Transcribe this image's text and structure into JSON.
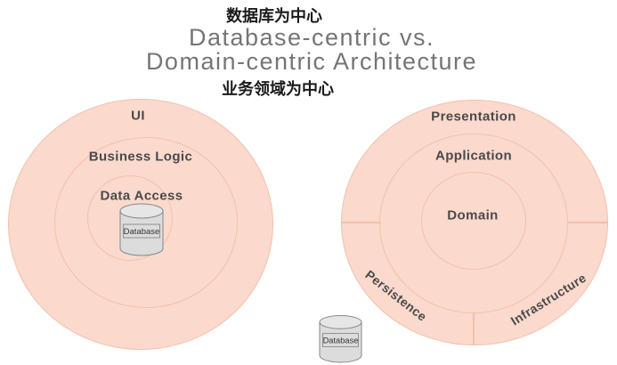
{
  "title": {
    "chinese_top": "数据库为中心",
    "line1": "Database-centric vs.",
    "line2": "Domain-centric Architecture",
    "chinese_bottom": "业务领域为中心"
  },
  "left_diagram": {
    "type": "database-centric",
    "rings": [
      {
        "label": "UI"
      },
      {
        "label": "Business Logic"
      },
      {
        "label": "Data Access"
      }
    ],
    "database_label": "Database"
  },
  "right_diagram": {
    "type": "domain-centric",
    "rings": [
      {
        "label": "Presentation"
      },
      {
        "label": "Application"
      },
      {
        "label": "Domain"
      }
    ],
    "outer_sectors": [
      {
        "label": "Persistence"
      },
      {
        "label": "Infrastructure"
      }
    ],
    "database_label": "Database"
  },
  "colors": {
    "ring_fill": "#fbd9cd",
    "ring_stroke": "#f3c1ab",
    "sector_divider": "#f0c0a9",
    "label_text": "#4a4a4a",
    "title_text": "#757575",
    "chinese_text": "#1b1b1b",
    "cylinder_fill": "#dcdcdc",
    "cylinder_top_fill": "#e6e6e6",
    "cylinder_stroke": "#888888"
  }
}
